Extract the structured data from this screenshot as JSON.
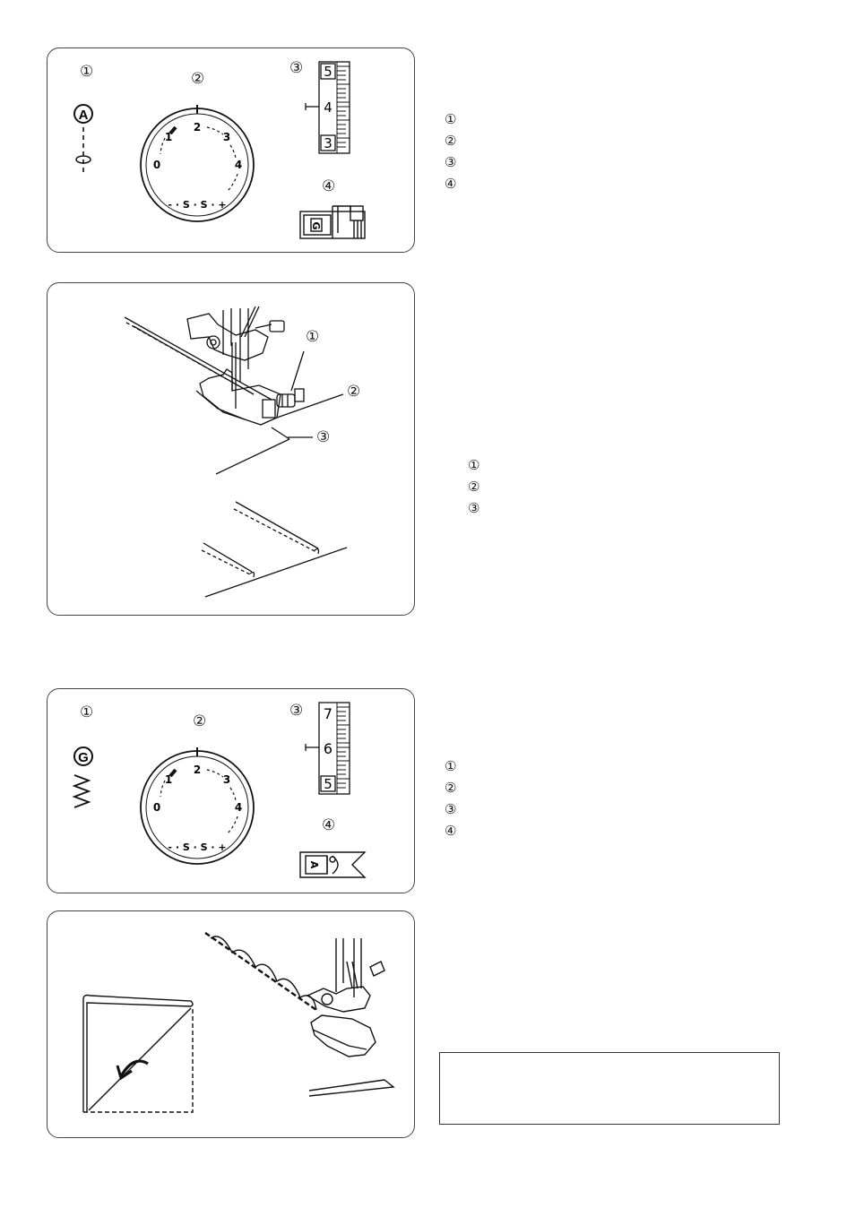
{
  "panel1": {
    "callouts": [
      "①",
      "②",
      "③",
      "④"
    ],
    "pattern_letter": "A",
    "dial_numbers": [
      "0",
      "1",
      "2",
      "3",
      "4"
    ],
    "dial_ss": "- · S · S · +",
    "scale_numbers": [
      "5",
      "4",
      "3"
    ],
    "foot_letter": "G"
  },
  "legend1": [
    "①",
    "②",
    "③",
    "④"
  ],
  "panel2": {
    "callouts": [
      "①",
      "②",
      "③"
    ]
  },
  "legend2": [
    "①",
    "②",
    "③"
  ],
  "panel3": {
    "callouts": [
      "①",
      "②",
      "③",
      "④"
    ],
    "pattern_letter": "G",
    "dial_numbers": [
      "0",
      "1",
      "2",
      "3",
      "4"
    ],
    "dial_ss": "- · S · S · +",
    "scale_numbers": [
      "7",
      "6",
      "5"
    ],
    "foot_letter": "A"
  },
  "legend3": [
    "①",
    "②",
    "③",
    "④"
  ],
  "note_box": {
    "text": ""
  }
}
